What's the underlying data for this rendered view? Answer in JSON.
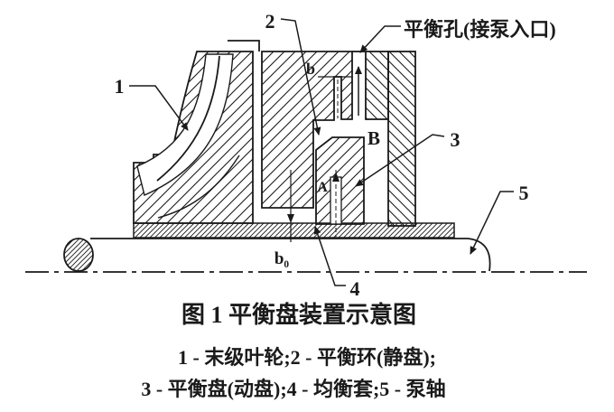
{
  "figure": {
    "annotation_top": "平衡孔(接泵入口)",
    "caption": "图 1  平衡盘装置示意图",
    "legend": {
      "line1": "1 - 末级叶轮;2 - 平衡环(静盘);",
      "line2": "3 - 平衡盘(动盘);4 - 均衡套;5 - 泵轴"
    },
    "callouts": {
      "n1": "1",
      "n2": "2",
      "n3": "3",
      "n4": "4",
      "n5": "5"
    },
    "dims": {
      "b": "b",
      "b0": "b₀",
      "B": "B",
      "A": "A"
    },
    "parts": [
      {
        "num": "1",
        "name": "末级叶轮"
      },
      {
        "num": "2",
        "name": "平衡环(静盘)"
      },
      {
        "num": "3",
        "name": "平衡盘(动盘)"
      },
      {
        "num": "4",
        "name": "均衡套"
      },
      {
        "num": "5",
        "name": "泵轴"
      }
    ],
    "colors": {
      "ink": "#1a1a1a",
      "paper": "#ffffff"
    }
  }
}
